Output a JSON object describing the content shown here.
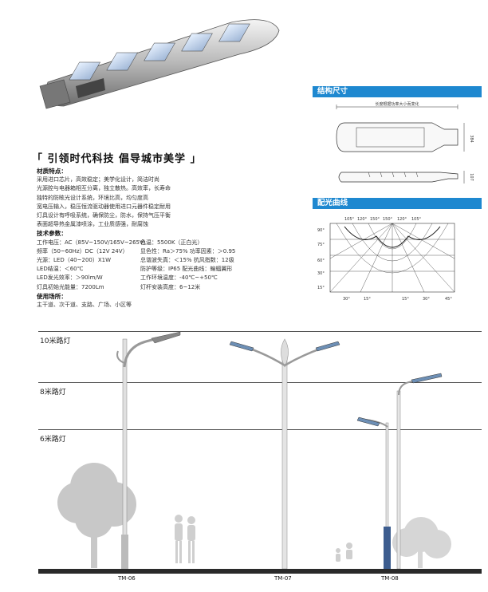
{
  "slogan": "「 引领时代科技  倡导城市美学 」",
  "materials": {
    "heading": "材质特点：",
    "lines": [
      "采用进口芯片，高效稳定；美学化设计，简洁时尚",
      "光源腔与电器箱相互分离，独立散热。高效率，长寿命",
      "独特的防眩光设计系统，环境比高，均匀度高",
      "宽电压输入，稳压恒流驱动器使用进口元器件稳定耐用",
      "灯具设计有呼吸系统，确保防尘，防水，保持气压平衡",
      "表面超导热金属漆喷涂，工业质感强，耐腐蚀"
    ]
  },
  "tech": {
    "heading": "技术参数：",
    "rows": [
      [
        "工作电压：AC（85V~150V/165V~265V）",
        "色温：5500K（正白光）"
      ],
      [
        "频率（50~60Hz）DC（12V  24V）",
        "显色性：Ra＞75%  功率因素：＞0.95"
      ],
      [
        "光源：LED（40~200）X1W",
        "总谐波失真：＜15%  抗风指数：12级"
      ],
      [
        "LED结温：＜60℃",
        "防护等级：IP65  配光曲线：蝙蝠翼形"
      ],
      [
        "LED发光效率：＞90lm/W",
        "工作环境温度：-40℃~+50℃"
      ],
      [
        "灯具初始光能量：7200Lm",
        "灯杆安装高度：6~12米"
      ]
    ]
  },
  "usage": {
    "heading": "使用场所：",
    "text": "主干道、次干道、支路、广场、小区等"
  },
  "structure": {
    "title": "结构尺寸",
    "length_note": "长度根据功率大小而变化",
    "dim_height": "384",
    "dim_side": "107"
  },
  "curve": {
    "title": "配光曲线",
    "top_angles": [
      "105°",
      "120°",
      "150°",
      "150°",
      "120°",
      "105°"
    ],
    "left_angles": [
      "90°",
      "75°",
      "60°",
      "30°",
      "15°"
    ],
    "bottom_angles": [
      "30°",
      "15°",
      "15°",
      "30°",
      "45°"
    ]
  },
  "heights": {
    "h10": "10米路灯",
    "h8": "8米路灯",
    "h6": "6米路灯"
  },
  "models": {
    "m1": "TM-06",
    "m2": "TM-07",
    "m3": "TM-08"
  },
  "colors": {
    "accent": "#1e88d0"
  }
}
